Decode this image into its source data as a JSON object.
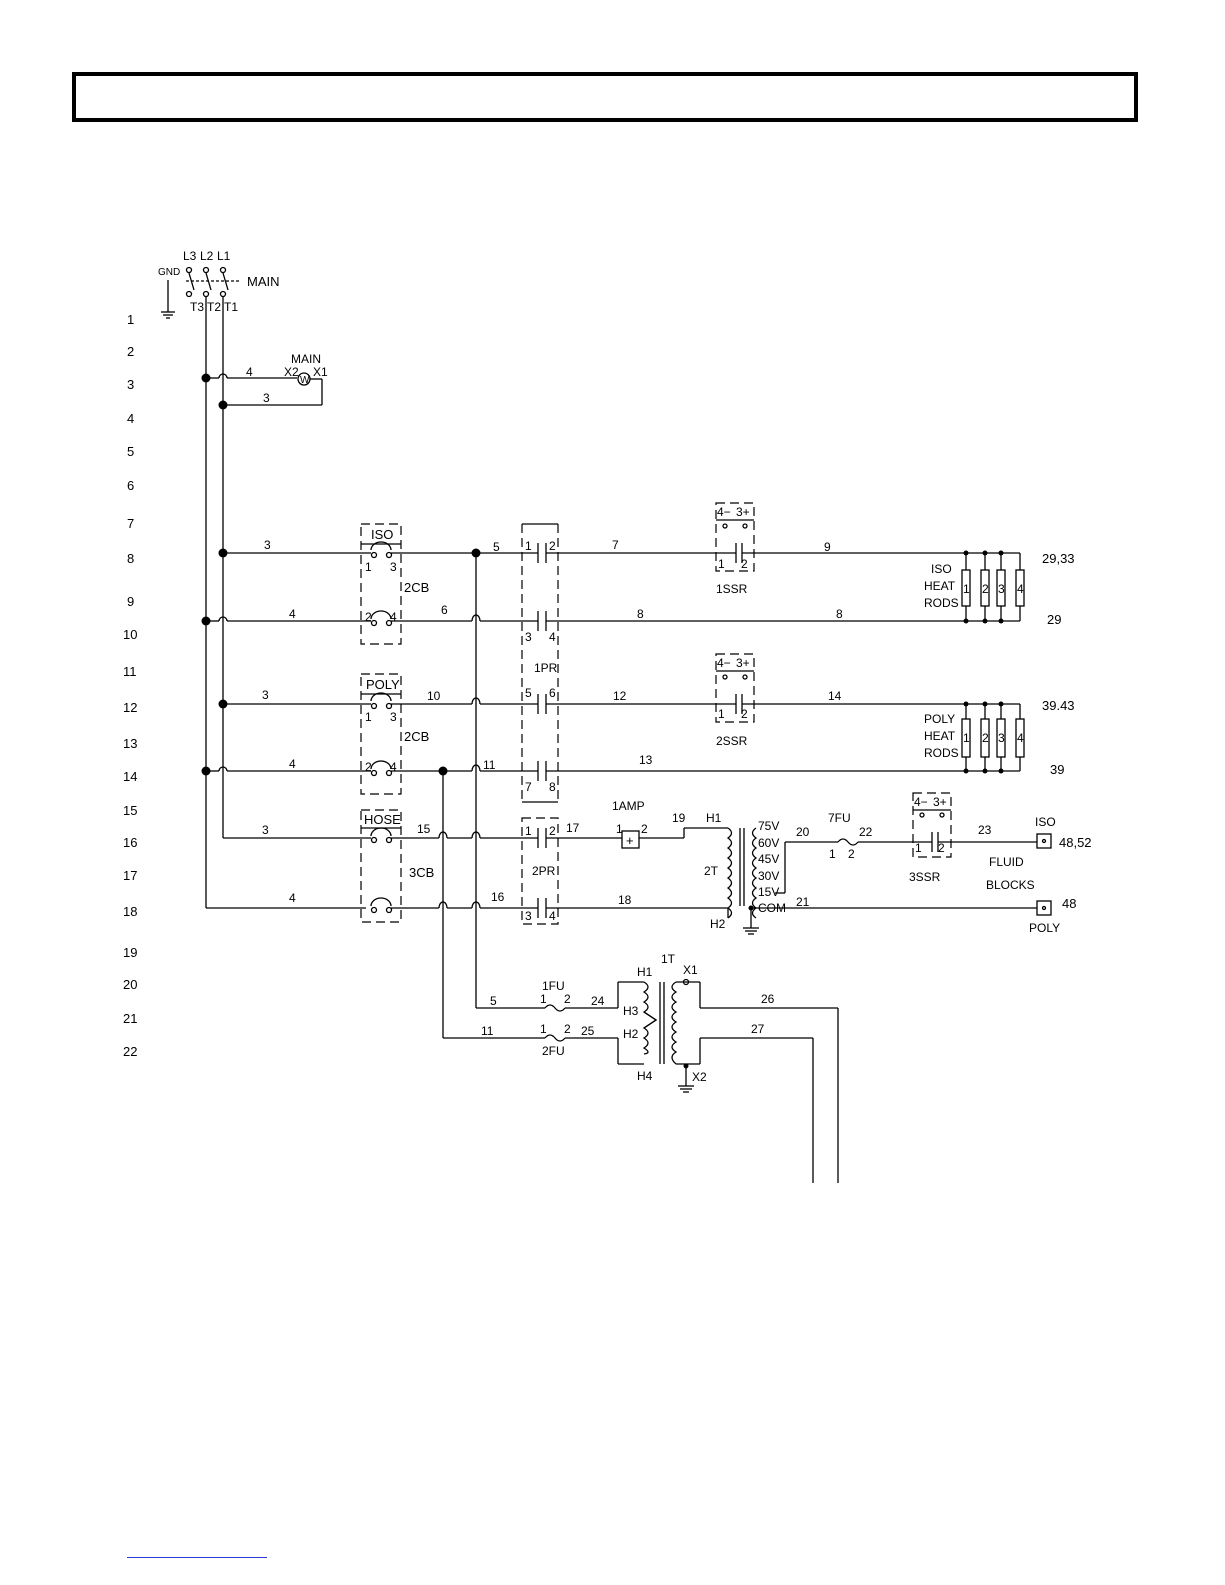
{
  "header": {
    "title": ""
  },
  "rungs": [
    "1",
    "2",
    "3",
    "4",
    "5",
    "6",
    "7",
    "8",
    "9",
    "10",
    "11",
    "12",
    "13",
    "14",
    "15",
    "16",
    "17",
    "18",
    "19",
    "20",
    "21",
    "22"
  ],
  "supply": {
    "gnd": "GND",
    "lines": [
      "L3",
      "L2",
      "L1"
    ],
    "terminals": [
      "T3",
      "T2",
      "T1"
    ],
    "main": "MAIN"
  },
  "light": {
    "label": "MAIN",
    "x2": "X2",
    "x1": "X1",
    "w": "W"
  },
  "wires": {
    "w3a": "4",
    "w3b": "3",
    "w8a": "3",
    "w8b": "5",
    "w8c": "7",
    "w8d": "9",
    "w10a": "4",
    "w10b": "6",
    "w10c": "8",
    "w10d": "8",
    "w12a": "3",
    "w12b": "10",
    "w12c": "12",
    "w12d": "14",
    "w14a": "4",
    "w14b": "11",
    "w14c": "13",
    "w16a": "3",
    "w16b": "15",
    "w16c": "17",
    "w16d": "19",
    "w16e": "20",
    "w16f": "22",
    "w16g": "23",
    "w18a": "4",
    "w18b": "16",
    "w18c": "18",
    "w18d": "21",
    "w20a": "5",
    "w20b": "24",
    "w20c": "26",
    "w21a": "11",
    "w21b": "25",
    "w21c": "27"
  },
  "breakers": {
    "iso": "ISO",
    "poly": "POLY",
    "hose": "HOSE",
    "cb2": "2CB",
    "cb3": "3CB",
    "p1": "1",
    "p2": "2",
    "p3": "3",
    "p4": "4"
  },
  "relays": {
    "pr1": "1PR",
    "pr2": "2PR",
    "n": [
      "1",
      "2",
      "3",
      "4",
      "5",
      "6",
      "7",
      "8"
    ]
  },
  "ssr": {
    "s1": "1SSR",
    "s2": "2SSR",
    "s3": "3SSR",
    "in_minus": "4−",
    "in_plus": "3+",
    "o1": "1",
    "o2": "2"
  },
  "heaters": {
    "iso": [
      "ISO",
      "HEAT",
      "RODS"
    ],
    "poly": [
      "POLY",
      "HEAT",
      "RODS"
    ],
    "nums": [
      "1",
      "2",
      "3",
      "4"
    ],
    "iso_top_ref": "29,33",
    "iso_bot_ref": "29",
    "poly_top_ref": "39.43",
    "poly_bot_ref": "39"
  },
  "amp": {
    "label": "1AMP",
    "p1": "1",
    "p2": "2",
    "sym": "+"
  },
  "xfmr2": {
    "h1": "H1",
    "h2": "H2",
    "name": "2T",
    "taps": [
      "75V",
      "60V",
      "45V",
      "30V",
      "15V",
      "COM"
    ]
  },
  "fuses": {
    "f7": "7FU",
    "f1": "1FU",
    "f2": "2FU",
    "p1": "1",
    "p2": "2"
  },
  "fluid": {
    "iso": "ISO",
    "poly": "POLY",
    "iso_ref": "48,52",
    "poly_ref": "48",
    "l1": "FLUID",
    "l2": "BLOCKS"
  },
  "xfmr1": {
    "name": "1T",
    "h1": "H1",
    "h2": "H2",
    "h3": "H3",
    "h4": "H4",
    "x1": "X1",
    "x2": "X2"
  }
}
